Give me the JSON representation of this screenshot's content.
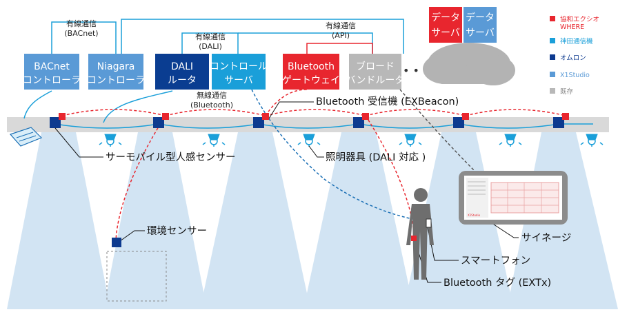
{
  "devices": {
    "bacnet": {
      "line1": "BACnet",
      "line2": "コントローラ"
    },
    "niagara": {
      "line1": "Niagara",
      "line2": "コントローラ"
    },
    "dali": {
      "line1": "DALI",
      "line2": "ルータ"
    },
    "control": {
      "line1": "コントロール",
      "line2": "サーバ"
    },
    "bt_gateway": {
      "line1": "Bluetooth",
      "line2": "ゲートウェイ"
    },
    "broadband": {
      "line1": "ブロード",
      "line2": "バンドルータ"
    },
    "data_server_1": {
      "line1": "データ",
      "line2": "サーバ"
    },
    "data_server_2": {
      "line1": "データ",
      "line2": "サーバ"
    }
  },
  "links": {
    "wired_bacnet": {
      "line1": "有線通信",
      "line2": "(BACnet)"
    },
    "wired_dali": {
      "line1": "有線通信",
      "line2": "(DALI)"
    },
    "wired_api": {
      "line1": "有線通信",
      "line2": "(API)"
    },
    "wireless_bt": {
      "line1": "無線通信",
      "line2": "(Bluetooth)"
    }
  },
  "callouts": {
    "bt_receiver": "Bluetooth 受信機 (EXBeacon)",
    "thermopile": "サーモパイル型人感センサー",
    "lighting": "照明器具 (DALI 対応 )",
    "env_sensor": "環境センサー",
    "signage": "サイネージ",
    "smartphone": "スマートフォン",
    "bt_tag": "Bluetooth タグ (EXTx)"
  },
  "legend": [
    {
      "label": "協和エクシオ",
      "label2": "WHERE",
      "color": "#e8262e",
      "text_color": "#e8262e"
    },
    {
      "label": "神田通信機",
      "color": "#1a9fd9",
      "text_color": "#1a9fd9"
    },
    {
      "label": "オムロン",
      "color": "#0d3a8f",
      "text_color": "#0d3a8f"
    },
    {
      "label": "X1Studio",
      "color": "#5a9ad6",
      "text_color": "#5a9ad6"
    },
    {
      "label": "既存",
      "color": "#b8b8b8",
      "text_color": "#888888"
    }
  ],
  "colors": {
    "red": "#e8262e",
    "cyan": "#1a9fd9",
    "navy": "#0d3a8f",
    "sky": "#5a9ad6",
    "gray": "#b8b8b8",
    "beam": "#cfe3f3",
    "ceiling": "#d9d9d9"
  },
  "signage_screen": {
    "footer": "X1Studio"
  }
}
